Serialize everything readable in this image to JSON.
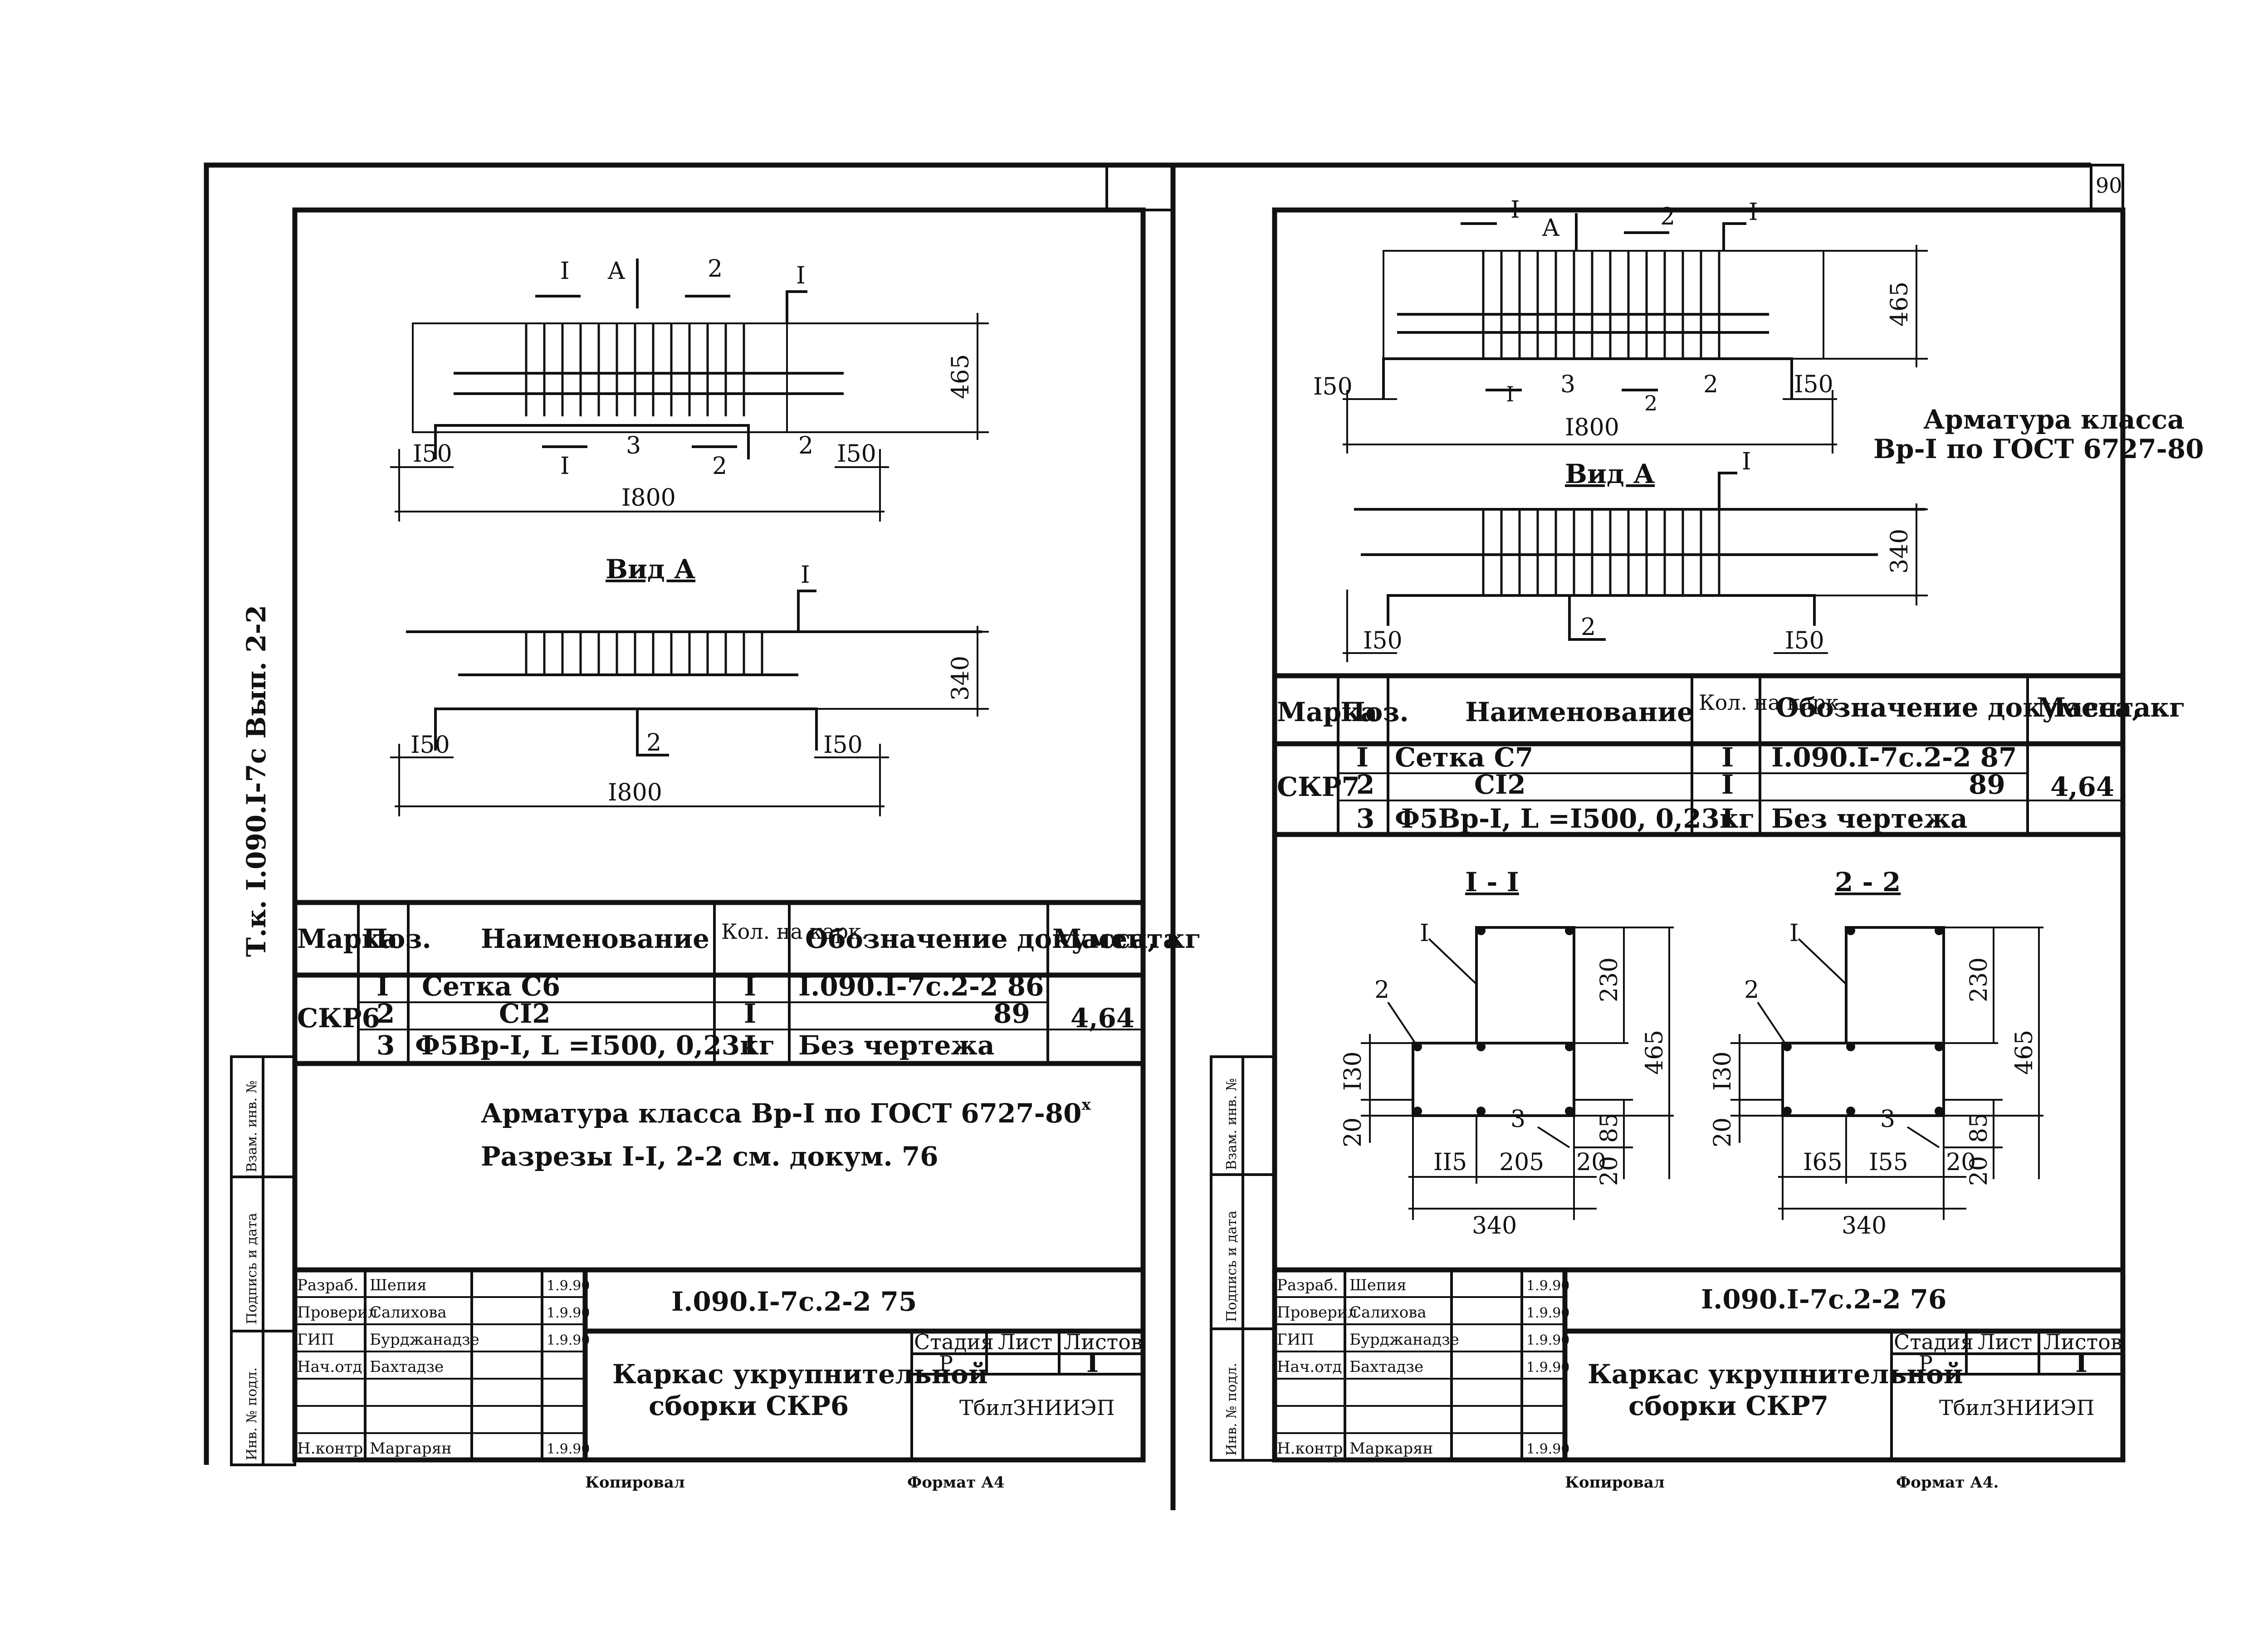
{
  "page_number": "90",
  "left_sheet": {
    "side_label": "Т.к. I.090.I-7с Вып. 2-2",
    "plan": {
      "section_marks": [
        "I",
        "A",
        "2",
        "I",
        "I",
        "3",
        "2",
        "2"
      ],
      "dims": {
        "left": "I50",
        "right": "I50",
        "length": "I800",
        "height": "465"
      }
    },
    "view_a": {
      "title": "Вид А",
      "marks": [
        "I",
        "2"
      ],
      "dims": {
        "left": "I50",
        "right": "I50",
        "length": "I800",
        "height": "340"
      }
    },
    "table": {
      "headers": [
        "Марка",
        "Поз.",
        "Наименование",
        "Кол. на карк.",
        "Обозначение документа",
        "Масса, кг"
      ],
      "mark": "СКР6",
      "mass": "4,64",
      "rows": [
        {
          "pos": "I",
          "name": "Сетка С6",
          "qty": "I",
          "doc": "I.090.I-7с.2-2 86"
        },
        {
          "pos": "2",
          "name": "CI2",
          "qty": "I",
          "doc": "89"
        },
        {
          "pos": "3",
          "name": "Ф5Вр-I, L =I500, 0,23кг",
          "qty": "I",
          "doc": "Без чертежа"
        }
      ]
    },
    "note1": "Арматура класса Вр-I по ГОСТ 6727-80",
    "note1_sup": "х",
    "note2": "Разрезы I-I, 2-2 см. докум. 76",
    "stamp": {
      "side_labels": [
        "Инв. № подл.",
        "Подпись и дата",
        "Взам. инв. №"
      ],
      "roles": [
        "Разраб.",
        "Проверил",
        "ГИП",
        "Нач.отд.",
        "",
        "",
        "Н.контр."
      ],
      "names": [
        "Шепия",
        "Салихова",
        "Бурджанадзе",
        "Бахтадзе",
        "",
        "",
        "Маргарян"
      ],
      "dates": [
        "1.9.90",
        "1.9.90",
        "1.9.90",
        "",
        "",
        "",
        "1.9.90"
      ],
      "code": "I.090.I-7с.2-2 75",
      "title_line1": "Каркас укрупнительной",
      "title_line2": "сборки СКР6",
      "stage_header": "Стадия",
      "sheet_header": "Лист",
      "sheets_header": "Листов",
      "stage": "Р",
      "sheets": "I",
      "org": "ТбилЗНИИЭП"
    },
    "copied": "Копировал",
    "format": "Формат А4"
  },
  "right_sheet": {
    "plan": {
      "section_marks": [
        "I",
        "A",
        "2",
        "I",
        "I",
        "3",
        "2",
        "2"
      ],
      "dims": {
        "left": "I50",
        "right": "I50",
        "length": "I800",
        "height": "465"
      }
    },
    "note": {
      "line1": "Арматура класса",
      "line2": "Вр-I по ГОСТ 6727-80"
    },
    "view_a": {
      "title": "Вид А",
      "marks": [
        "I",
        "2"
      ],
      "dims": {
        "left": "I50",
        "right": "I50",
        "height": "340"
      }
    },
    "table": {
      "headers": [
        "Марка",
        "Поз.",
        "Наименование",
        "Кол. на карк.",
        "Обозначение документа",
        "Масса, кг"
      ],
      "mark": "СКР7",
      "mass": "4,64",
      "rows": [
        {
          "pos": "I",
          "name": "Сетка С7",
          "qty": "I",
          "doc": "I.090.I-7с.2-2 87"
        },
        {
          "pos": "2",
          "name": "CI2",
          "qty": "I",
          "doc": "89"
        },
        {
          "pos": "3",
          "name": "Ф5Вр-I, L =I500, 0,23кг",
          "qty": "I",
          "doc": "Без чертежа"
        }
      ]
    },
    "section_1": {
      "title": "I - I",
      "marks": [
        "I",
        "2",
        "3"
      ],
      "dims": {
        "top": "230",
        "mid": "I30",
        "bottom": "20",
        "low": "85",
        "gap": "20",
        "total": "465",
        "w1": "II5",
        "w2": "205",
        "w3": "20",
        "width": "340"
      }
    },
    "section_2": {
      "title": "2 - 2",
      "marks": [
        "I",
        "2",
        "3"
      ],
      "dims": {
        "top": "230",
        "mid": "I30",
        "bottom": "20",
        "low": "85",
        "gap": "20",
        "total": "465",
        "w1": "I65",
        "w2": "I55",
        "w3": "20",
        "width": "340"
      }
    },
    "stamp": {
      "side_labels": [
        "Инв. № подл.",
        "Подпись и дата",
        "Взам. инв. №"
      ],
      "roles": [
        "Разраб.",
        "Проверил",
        "ГИП",
        "Нач.отд.",
        "",
        "",
        "Н.контр."
      ],
      "names": [
        "Шепия",
        "Салихова",
        "Бурджанадзе",
        "Бахтадзе",
        "",
        "",
        "Маркарян"
      ],
      "dates": [
        "1.9.90",
        "1.9.90",
        "1.9.90",
        "1.9.90",
        "",
        "",
        "1.9.90"
      ],
      "code": "I.090.I-7с.2-2 76",
      "title_line1": "Каркас укрупнительной",
      "title_line2": "сборки СКР7",
      "stage_header": "Стадия",
      "sheet_header": "Лист",
      "sheets_header": "Листов",
      "stage": "Р",
      "sheets": "I",
      "org": "ТбилЗНИИЭП"
    },
    "copied": "Копировал",
    "format": "Формат А4."
  }
}
